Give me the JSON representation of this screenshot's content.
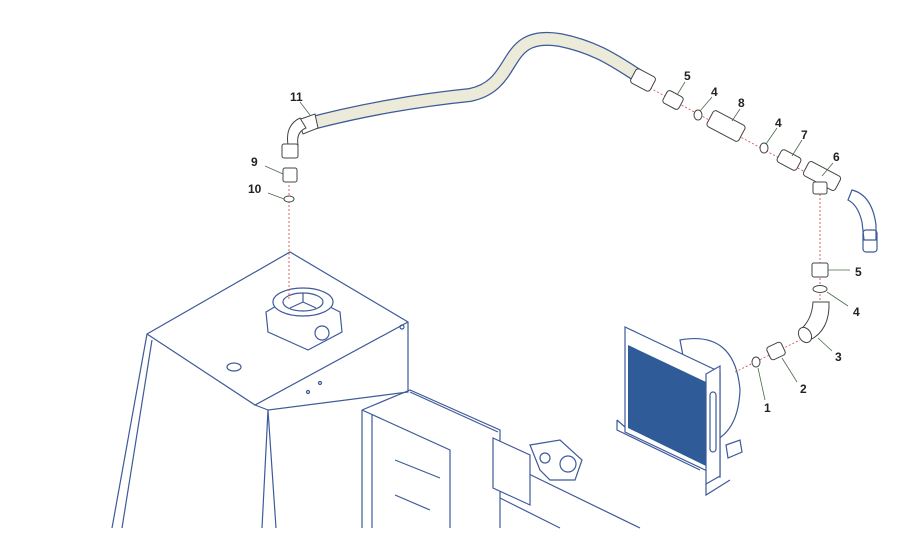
{
  "diagram": {
    "title": "Hydraulic oil cooler hose and fittings exploded view",
    "callouts": {
      "c11": "11",
      "c9": "9",
      "c10": "10",
      "c5a": "5",
      "c4a": "4",
      "c8": "8",
      "c4b": "4",
      "c7": "7",
      "c6": "6",
      "c5b": "5",
      "c4c": "4",
      "c3": "3",
      "c2": "2",
      "c1": "1"
    },
    "colors": {
      "outline": "#3d5a99",
      "cooler_core": "#2f5b98",
      "hose": "#ecead8",
      "center_line": "#e05050"
    }
  }
}
